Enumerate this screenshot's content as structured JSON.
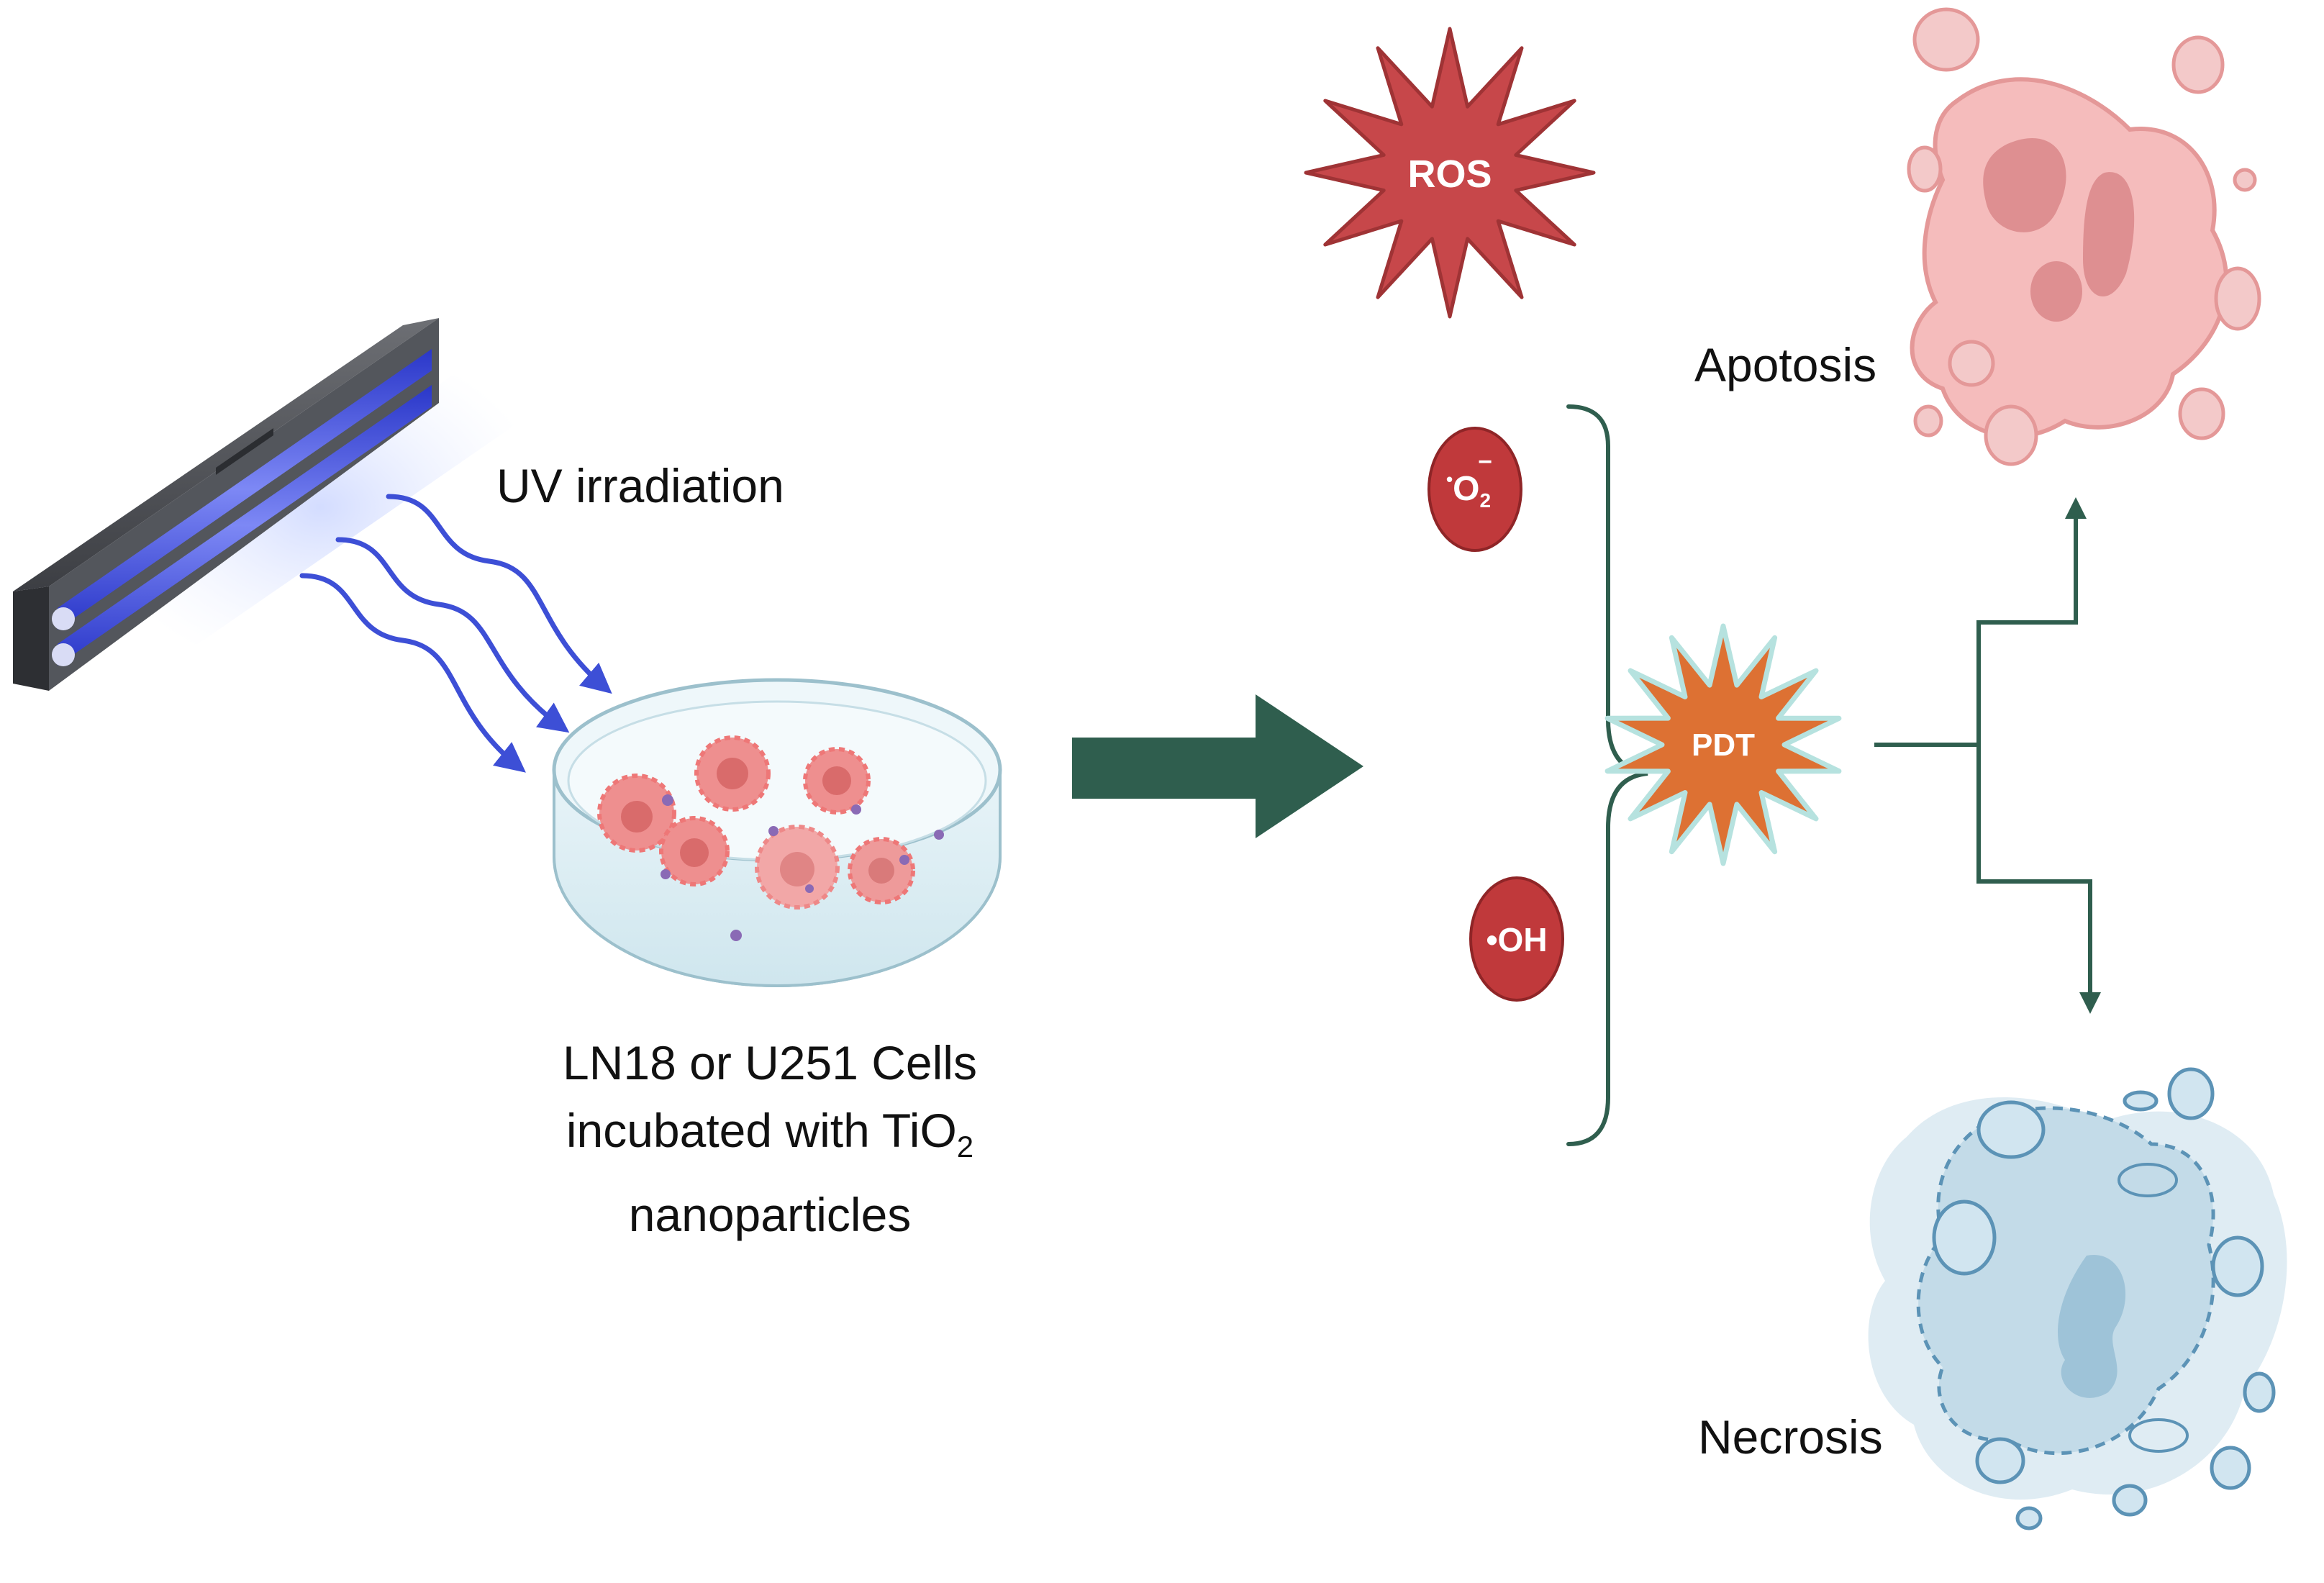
{
  "labels": {
    "uv_irradiation": "UV irradiation",
    "cells_line1": "LN18 or U251 Cells",
    "cells_line2_prefix": "incubated with TiO",
    "cells_line2_sub": "2",
    "cells_line3": "nanoparticles",
    "apoptosis": "Apotosis",
    "necrosis": "Necrosis"
  },
  "badges": {
    "ros": "ROS",
    "pdt": "PDT",
    "superoxide_dot": "•",
    "superoxide_main": "O",
    "superoxide_sub": "2",
    "superoxide_sup": "−",
    "hydroxyl": "•OH"
  },
  "colors": {
    "ros_fill": "#c7474a",
    "radical_fill": "#c0393b",
    "pdt_fill": "#dd7133",
    "arrow_green": "#2f5e4e",
    "uv_blue": "#3d4fd6",
    "apoptosis_pink": "#f1b2b2",
    "necrosis_blue": "#b9d5e6"
  }
}
